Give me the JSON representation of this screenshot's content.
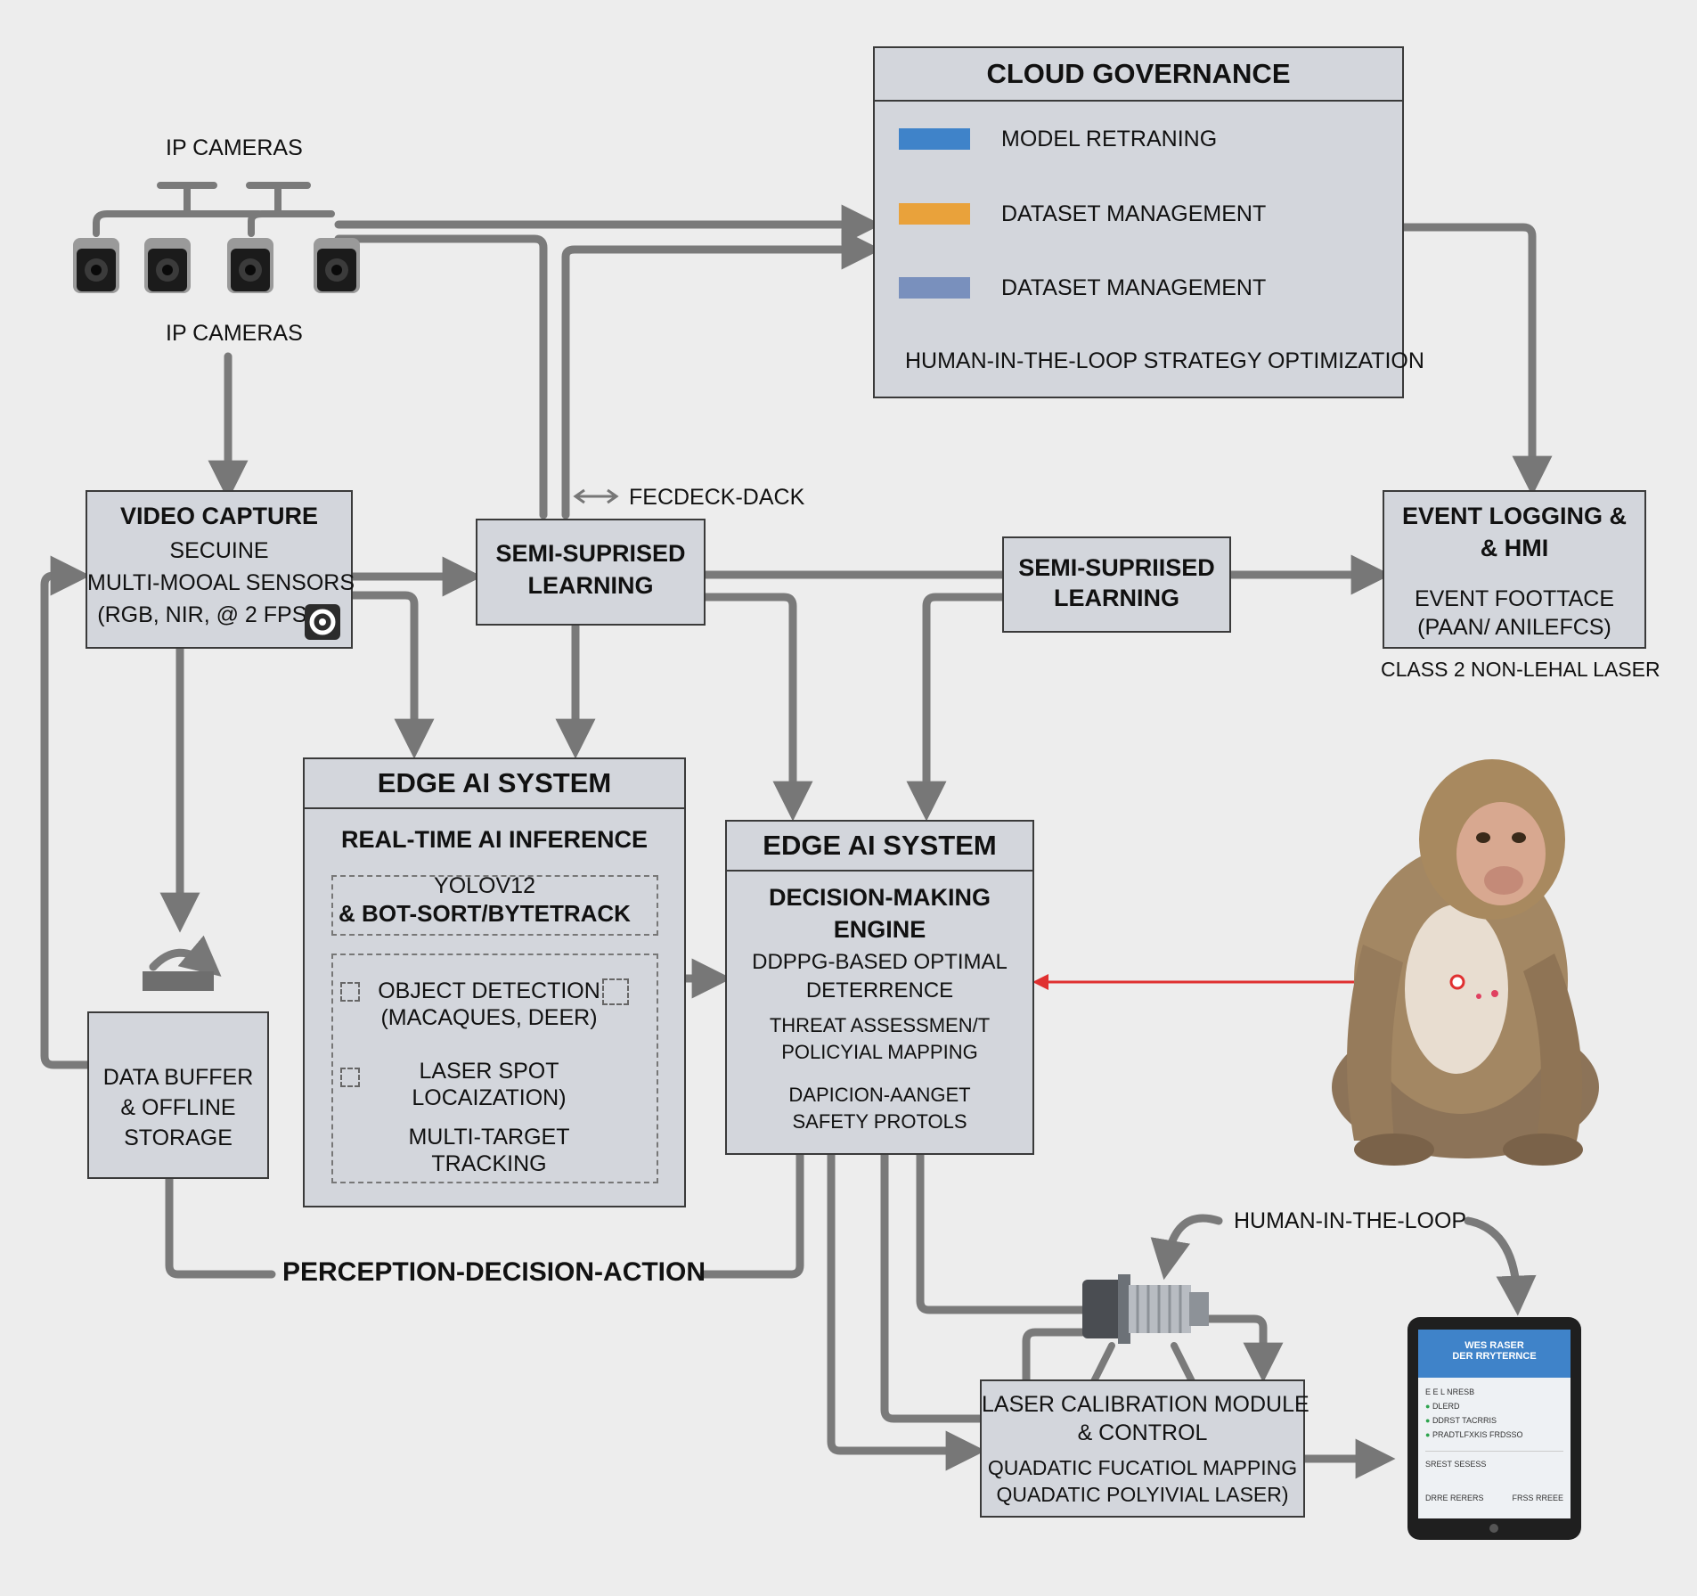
{
  "cameras": {
    "label_top": "IP CAMERAS",
    "label_bottom": "IP CAMERAS"
  },
  "cloud": {
    "title": "CLOUD GOVERNANCE",
    "items": [
      {
        "label": "MODEL RETRANING",
        "color": "#3f83c9"
      },
      {
        "label": "DATASET MANAGEMENT",
        "color": "#e9a23b"
      },
      {
        "label": "DATASET MANAGEMENT",
        "color": "#7990bd"
      }
    ],
    "footer": "HUMAN-IN-THE-LOOP STRATEGY OPTIMIZATION"
  },
  "feedback_label": "FECDECK-DACK",
  "video_capture": {
    "title": "VIDEO CAPTURE",
    "lines": [
      "SECUINE",
      "MULTI-MOOAL SENSORS",
      "(RGB, NIR, @ 2 FPS)"
    ]
  },
  "semi1": {
    "lines": [
      "SEMI-SUPRISED",
      "LEARNING"
    ]
  },
  "semi2": {
    "lines": [
      "SEMI-SUPRIISED",
      "LEARNING"
    ]
  },
  "event": {
    "title_lines": [
      "EVENT LOGGING &",
      "& HMI"
    ],
    "lines": [
      "EVENT FOOTTACE",
      "(PAAN/ ANILEFCS)"
    ],
    "caption": "CLASS 2 NON-LEHAL LASER"
  },
  "edge1": {
    "title": "EDGE AI SYSTEM",
    "subtitle": "REAL-TIME AI INFERENCE",
    "model_lines": [
      "YOLOV12",
      "& BOT-SORT/BYTETRACK"
    ],
    "tasks": [
      "OBJECT DETECTION",
      "(MACAQUES, DEER)",
      "LASER SPOT",
      "LOCAIZATION)",
      "MULTI-TARGET",
      "TRACKING"
    ]
  },
  "edge2": {
    "title": "EDGE AI SYSTEM",
    "subtitle_lines": [
      "DECISION-MAKING",
      "ENGINE"
    ],
    "lines": [
      "DDPPG-BASED OPTIMAL",
      "DETERRENCE",
      "THREAT ASSESSMEN/T",
      "POLICYIAL MAPPING",
      "DAPICION-AANGET",
      "SAFETY PROTOLS"
    ]
  },
  "buffer": {
    "lines": [
      "DATA BUFFER",
      "& OFFLINE",
      "STORAGE"
    ]
  },
  "pda_label": "PERCEPTION-DECISION-ACTION",
  "hitl_label": "HUMAN-IN-THE-LOOP",
  "laser": {
    "lines": [
      "LASER CALIBRATION MODULE",
      "& CONTROL",
      "QUADATIC FUCATIOL MAPPING",
      "QUADATIC POLYIVIAL LASER)"
    ]
  },
  "tablet": {
    "header_lines": [
      "WES RASER",
      "DER RRYTERNCE"
    ],
    "rows": [
      "E E L NRESB",
      "DLERD",
      "DDRST TACRRIS",
      "PRADTLFXKIS FRDSSO",
      "SREST SESESS",
      "DRRE RERERS",
      "FRSS RREEE"
    ]
  }
}
